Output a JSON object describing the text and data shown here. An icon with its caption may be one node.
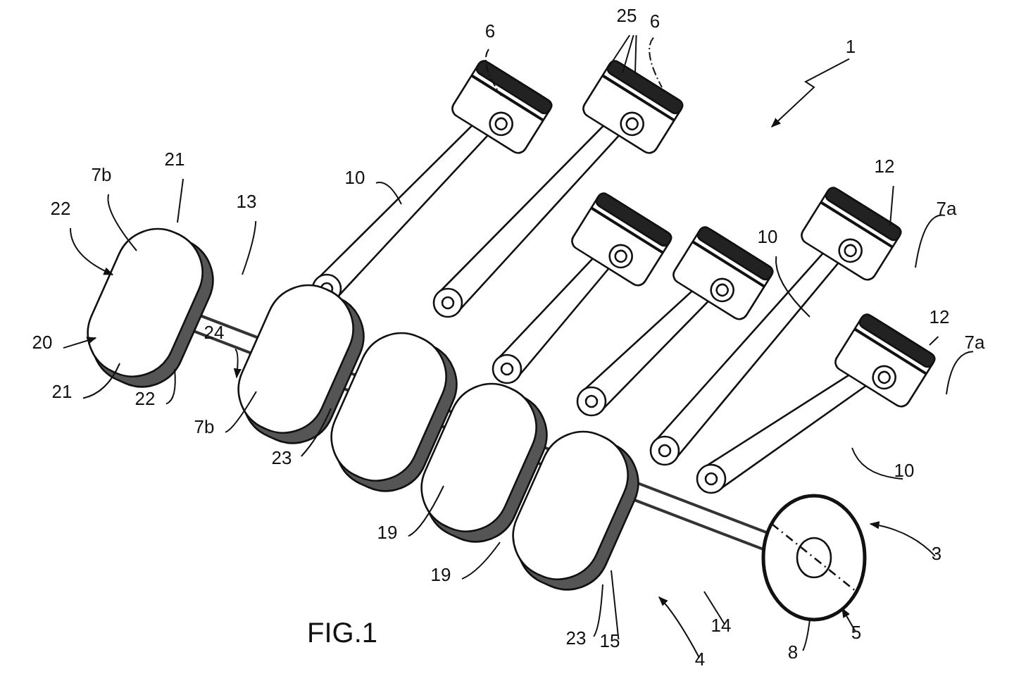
{
  "diagram": {
    "nodes": [
      {
        "text": [
          "25"
        ]
      },
      {
        "text": [
          "6"
        ]
      },
      {
        "text": [
          "6"
        ]
      },
      {
        "text": [
          "1"
        ]
      },
      {
        "text": [
          "21"
        ]
      },
      {
        "text": [
          "12"
        ]
      },
      {
        "text": [
          "7b"
        ]
      },
      {
        "text": [
          "10"
        ]
      },
      {
        "text": [
          "13"
        ]
      },
      {
        "text": [
          "22"
        ]
      },
      {
        "text": [
          "7a"
        ]
      },
      {
        "text": [
          "10"
        ]
      },
      {
        "text": [
          "12"
        ]
      },
      {
        "text": [
          "7a"
        ]
      },
      {
        "text": [
          "20"
        ]
      },
      {
        "text": [
          "24"
        ]
      },
      {
        "text": [
          "21"
        ]
      },
      {
        "text": [
          "22"
        ]
      },
      {
        "text": [
          "7b"
        ]
      },
      {
        "text": [
          "23"
        ]
      },
      {
        "text": [
          "10"
        ]
      },
      {
        "text": [
          "19"
        ]
      },
      {
        "text": [
          "3"
        ]
      },
      {
        "text": [
          "19"
        ]
      },
      {
        "text": [
          "14"
        ]
      },
      {
        "text": [
          "5"
        ]
      },
      {
        "text": [
          "15"
        ]
      },
      {
        "text": [
          "23"
        ]
      },
      {
        "text": [
          "8"
        ]
      },
      {
        "text": [
          "4"
        ]
      }
    ],
    "edges": [
      {
        "from": 0,
        "to": null,
        "arrow": "none"
      },
      {
        "from": 0,
        "to": null,
        "arrow": "none"
      },
      {
        "from": 0,
        "to": null,
        "arrow": "none"
      },
      {
        "from": 1,
        "to": null,
        "arrow": "none",
        "style": "dashed"
      },
      {
        "from": 2,
        "to": null,
        "arrow": "none",
        "style": "dashed"
      },
      {
        "from": 3,
        "to": null,
        "arrow": "to"
      },
      {
        "from": 4,
        "to": null,
        "arrow": "none"
      },
      {
        "from": 5,
        "to": null,
        "arrow": "none"
      },
      {
        "from": 6,
        "to": null,
        "arrow": "none"
      },
      {
        "from": 7,
        "to": null,
        "arrow": "none"
      },
      {
        "from": 8,
        "to": null,
        "arrow": "none"
      },
      {
        "from": 9,
        "to": null,
        "arrow": "to"
      },
      {
        "from": 10,
        "to": null,
        "arrow": "none"
      },
      {
        "from": 11,
        "to": null,
        "arrow": "none"
      },
      {
        "from": 12,
        "to": null,
        "arrow": "none"
      },
      {
        "from": 13,
        "to": null,
        "arrow": "none"
      },
      {
        "from": 14,
        "to": null,
        "arrow": "to"
      },
      {
        "from": 15,
        "to": null,
        "arrow": "to"
      },
      {
        "from": 16,
        "to": null,
        "arrow": "none"
      },
      {
        "from": 17,
        "to": null,
        "arrow": "none"
      },
      {
        "from": 18,
        "to": null,
        "arrow": "none"
      },
      {
        "from": 19,
        "to": null,
        "arrow": "none"
      },
      {
        "from": 20,
        "to": null,
        "arrow": "none"
      },
      {
        "from": 21,
        "to": null,
        "arrow": "none"
      },
      {
        "from": 22,
        "to": null,
        "arrow": "to"
      },
      {
        "from": 23,
        "to": null,
        "arrow": "none"
      },
      {
        "from": 24,
        "to": null,
        "arrow": "none"
      },
      {
        "from": 25,
        "to": null,
        "arrow": "to"
      },
      {
        "from": 26,
        "to": null,
        "arrow": "none"
      },
      {
        "from": 27,
        "to": null,
        "arrow": "none"
      },
      {
        "from": 28,
        "to": null,
        "arrow": "none"
      },
      {
        "from": 29,
        "to": null,
        "arrow": "to"
      }
    ],
    "labels": [
      "FIG.1"
    ]
  }
}
